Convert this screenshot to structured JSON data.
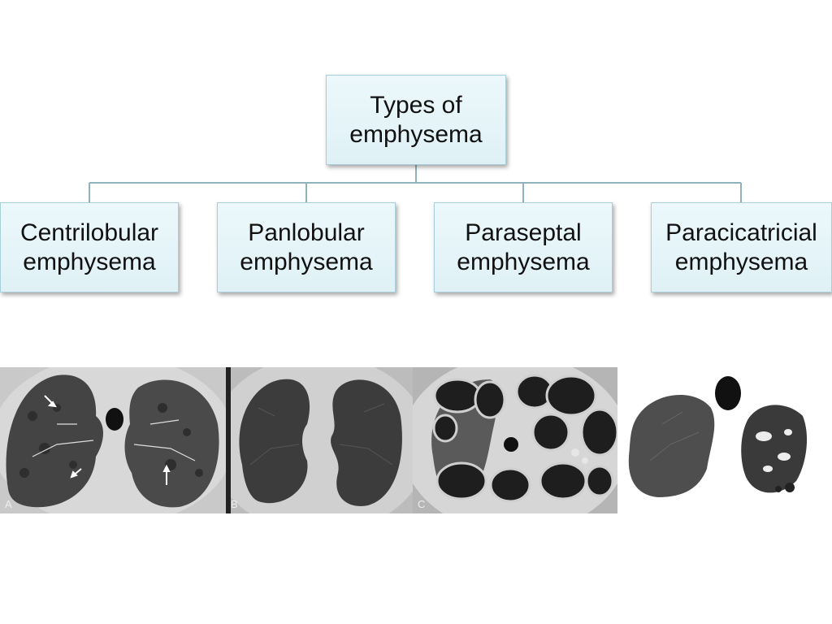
{
  "diagram": {
    "root": {
      "label": "Types of\nemphysema"
    },
    "children": [
      {
        "label": "Centrilobular\nemphysema"
      },
      {
        "label": "Panlobular\nemphysema"
      },
      {
        "label": "Paraseptal\nemphysema"
      },
      {
        "label": "Paracicatricial\nemphysema"
      }
    ]
  },
  "images": [
    {
      "panel_letter": "A",
      "depicts": "ct-scan-centrilobular"
    },
    {
      "panel_letter": "B",
      "depicts": "ct-scan-panlobular"
    },
    {
      "panel_letter": "C",
      "depicts": "ct-scan-paraseptal"
    },
    {
      "panel_letter": "",
      "depicts": "ct-scan-paracicatricial"
    }
  ],
  "colors": {
    "node_fill": "#e6f5f9",
    "node_border": "#a9cfdb",
    "connector": "#8fb3bd",
    "text": "#111111"
  }
}
